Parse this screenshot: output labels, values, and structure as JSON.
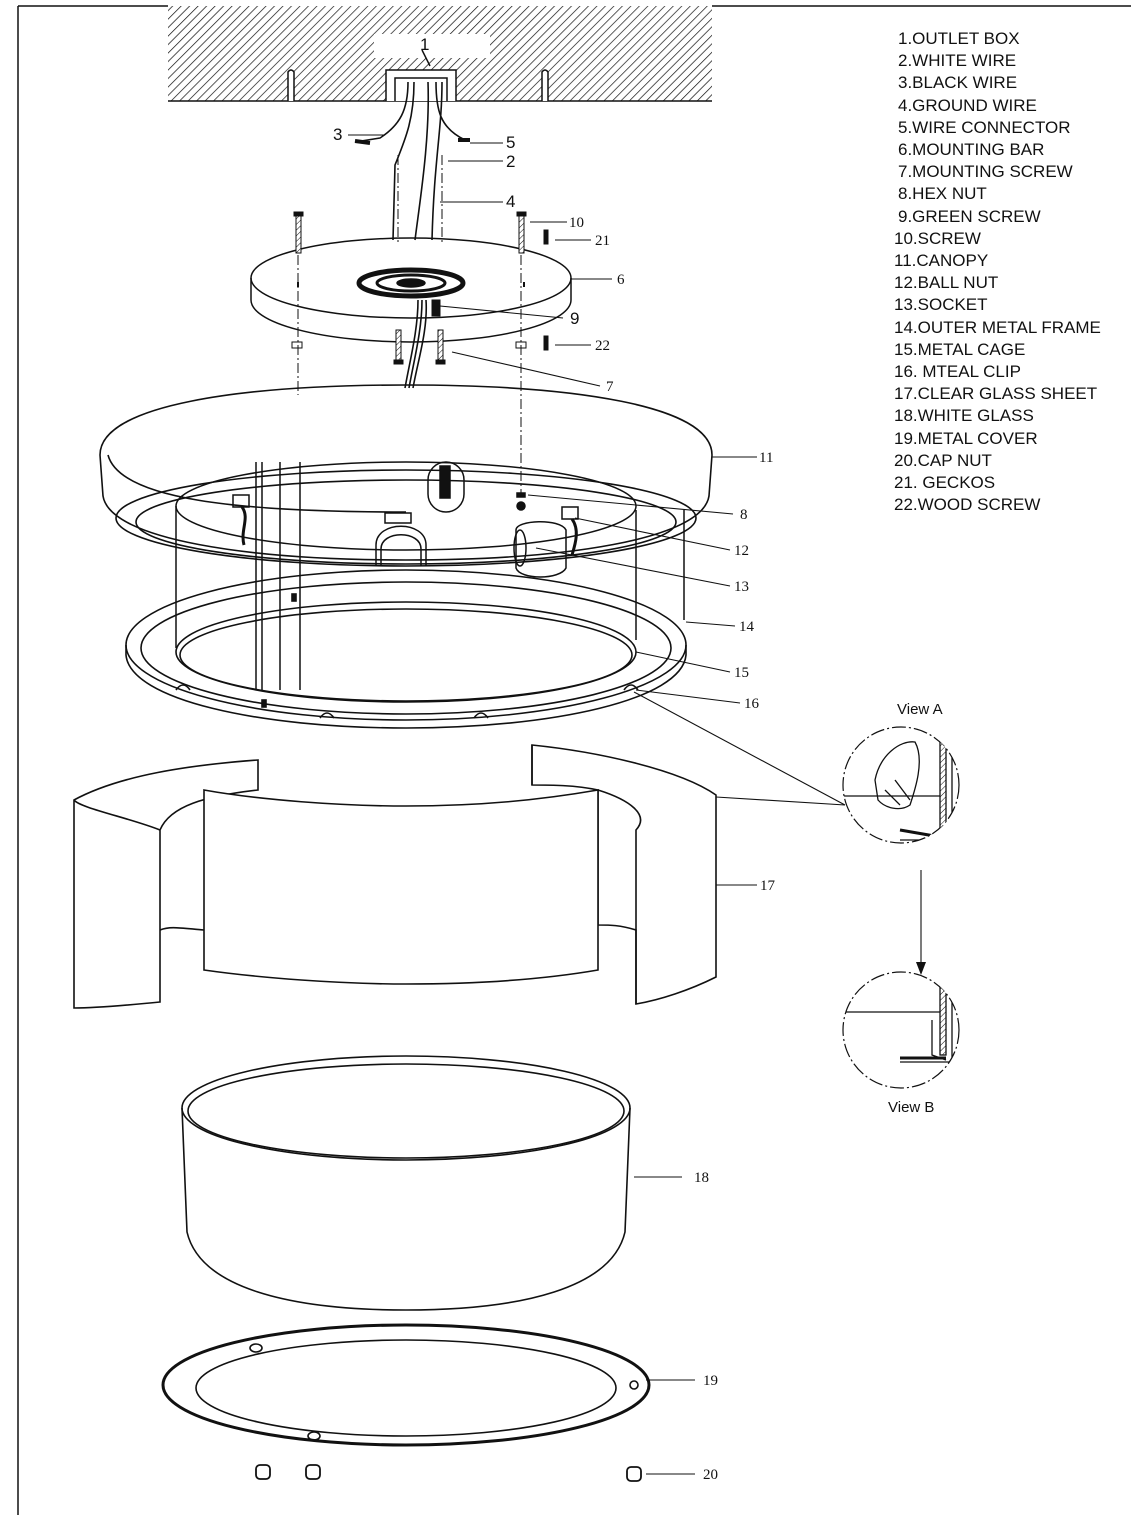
{
  "legend": [
    "1.OUTLET BOX",
    "2.WHITE WIRE",
    "3.BLACK WIRE",
    "4.GROUND WIRE",
    "5.WIRE CONNECTOR",
    "6.MOUNTING BAR",
    "7.MOUNTING SCREW",
    "8.HEX NUT",
    "9.GREEN SCREW",
    "10.SCREW",
    "11.CANOPY",
    "12.BALL NUT",
    "13.SOCKET",
    "14.OUTER METAL FRAME",
    "15.METAL CAGE",
    "16. MTEAL CLIP",
    "17.CLEAR GLASS SHEET",
    "18.WHITE GLASS",
    "19.METAL COVER",
    "20.CAP NUT",
    "21. GECKOS",
    "22.WOOD SCREW"
  ],
  "callouts": {
    "c1": "1",
    "c2": "2",
    "c3": "3",
    "c4": "4",
    "c5": "5",
    "c6": "6",
    "c7": "7",
    "c8": "8",
    "c9": "9",
    "c10": "10",
    "c11": "11",
    "c12": "12",
    "c13": "13",
    "c14": "14",
    "c15": "15",
    "c16": "16",
    "c17": "17",
    "c18": "18",
    "c19": "19",
    "c20": "20",
    "c21": "21",
    "c22": "22"
  },
  "views": {
    "a": "View A",
    "b": "View B"
  },
  "colors": {
    "line": "#111111",
    "paper": "#ffffff"
  }
}
